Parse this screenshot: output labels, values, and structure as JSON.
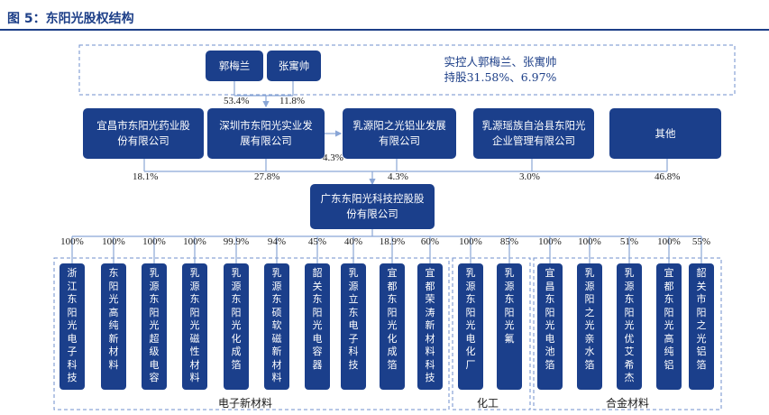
{
  "title": "图 5：东阳光股权结构",
  "controller": {
    "person1": "郭梅兰",
    "person2": "张寓帅",
    "line1": "实控人郭梅兰、张寓帅",
    "line2": "持股31.58%、6.97%"
  },
  "level1": {
    "yichang": "宜昌市东阳光药业股份有限公司",
    "shenzhen": "深圳市东阳光实业发展有限公司",
    "ruyuan_lv": "乳源阳之光铝业发展有限公司",
    "ruyuan_yao": "乳源瑶族自治县东阳光企业管理有限公司",
    "other": "其他"
  },
  "level1_pct": {
    "p1": "53.4%",
    "p2": "11.8%",
    "yichang": "18.1%",
    "shenzhen": "27.8%",
    "sz_to_lv": "4.3%",
    "ruyuan_lv": "4.3%",
    "ruyuan_yao": "3.0%",
    "other": "46.8%"
  },
  "main": "广东东阳光科技控股股份有限公司",
  "subs": [
    {
      "name": "浙江东阳光电子科技",
      "pct": "100%"
    },
    {
      "name": "东阳光高纯新材料",
      "pct": "100%"
    },
    {
      "name": "乳源东阳光超级电容",
      "pct": "100%"
    },
    {
      "name": "乳源东阳光磁性材料",
      "pct": "100%"
    },
    {
      "name": "乳源东阳光化成箔",
      "pct": "99.9%"
    },
    {
      "name": "乳源东硕软磁新材料",
      "pct": "94%"
    },
    {
      "name": "韶关东阳光电容器",
      "pct": "45%"
    },
    {
      "name": "乳源立东电子科技",
      "pct": "40%"
    },
    {
      "name": "宜都东阳光化成箔",
      "pct": "18.9%"
    },
    {
      "name": "宜都荣涛新材料科技",
      "pct": "60%"
    },
    {
      "name": "乳源东阳光电化厂",
      "pct": "100%"
    },
    {
      "name": "乳源东阳光氟",
      "pct": "85%"
    },
    {
      "name": "宜昌东阳光电池箔",
      "pct": "100%"
    },
    {
      "name": "乳源阳之光亲水箔",
      "pct": "100%"
    },
    {
      "name": "乳源东阳光优艾希杰",
      "pct": "51%"
    },
    {
      "name": "宜都东阳光高纯铝",
      "pct": "100%"
    },
    {
      "name": "韶关市阳之光铝箔",
      "pct": "55%"
    }
  ],
  "groups": {
    "electronic": "电子新材料",
    "chemical": "化工",
    "alloy": "合金材料"
  }
}
